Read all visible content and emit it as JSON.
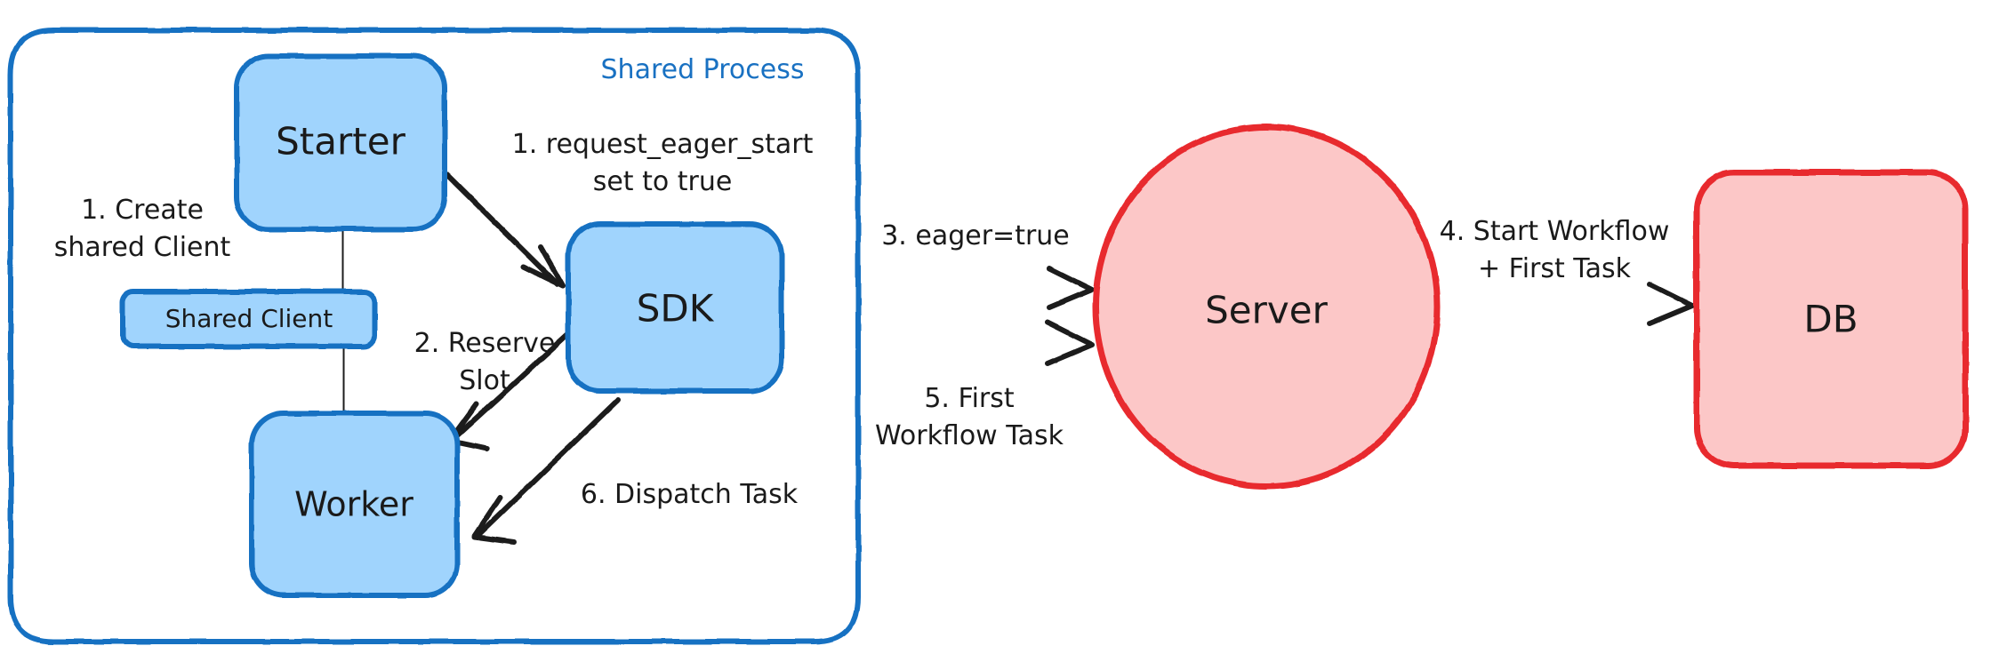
{
  "diagram": {
    "title": "Eager Workflow Start sequence",
    "background": "#ffffff",
    "colors": {
      "blue_fill": "#a0d4fd",
      "blue_stroke": "#1971c2",
      "red_fill": "#fcc7c7",
      "red_stroke": "#e8292f",
      "ink": "#1a1a1a"
    }
  },
  "container": {
    "label": "Shared Process",
    "stroke": "#1971c2"
  },
  "nodes": {
    "starter": {
      "label": "Starter",
      "shape": "rounded-rect",
      "fill": "#a0d4fd",
      "stroke": "#1971c2"
    },
    "shared_client": {
      "label": "Shared Client",
      "shape": "rounded-rect",
      "fill": "#a0d4fd",
      "stroke": "#1971c2"
    },
    "worker": {
      "label": "Worker",
      "shape": "rounded-rect",
      "fill": "#a0d4fd",
      "stroke": "#1971c2"
    },
    "sdk": {
      "label": "SDK",
      "shape": "rounded-rect",
      "fill": "#a0d4fd",
      "stroke": "#1971c2"
    },
    "server": {
      "label": "Server",
      "shape": "ellipse",
      "fill": "#fcc7c7",
      "stroke": "#e8292f"
    },
    "db": {
      "label": "DB",
      "shape": "rounded-rect",
      "fill": "#fcc7c7",
      "stroke": "#e8292f"
    }
  },
  "edges": [
    {
      "id": "create-shared-client",
      "from": "starter",
      "to": "worker",
      "label_line1": "1. Create",
      "label_line2": "shared Client",
      "arrowhead": false
    },
    {
      "id": "request-eager-start",
      "from": "starter",
      "to": "sdk",
      "label_line1": "1. request_eager_start",
      "label_line2": "set to true",
      "arrowhead": true
    },
    {
      "id": "reserve-slot",
      "from": "sdk",
      "to": "worker",
      "label_line1": "2. Reserve",
      "label_line2": "Slot",
      "arrowhead": true
    },
    {
      "id": "eager-true",
      "from": "sdk",
      "to": "server",
      "label_line1": "3. eager=true",
      "label_line2": "",
      "arrowhead": true
    },
    {
      "id": "start-workflow-first-task",
      "from": "server",
      "to": "db",
      "label_line1": "4. Start Workflow",
      "label_line2": "+ First Task",
      "arrowhead": true
    },
    {
      "id": "first-workflow-task",
      "from": "server",
      "to": "sdk",
      "label_line1": "5. First",
      "label_line2": "Workflow Task",
      "arrowhead": true
    },
    {
      "id": "dispatch-task",
      "from": "sdk",
      "to": "worker",
      "label_line1": "6. Dispatch Task",
      "label_line2": "",
      "arrowhead": true
    }
  ]
}
